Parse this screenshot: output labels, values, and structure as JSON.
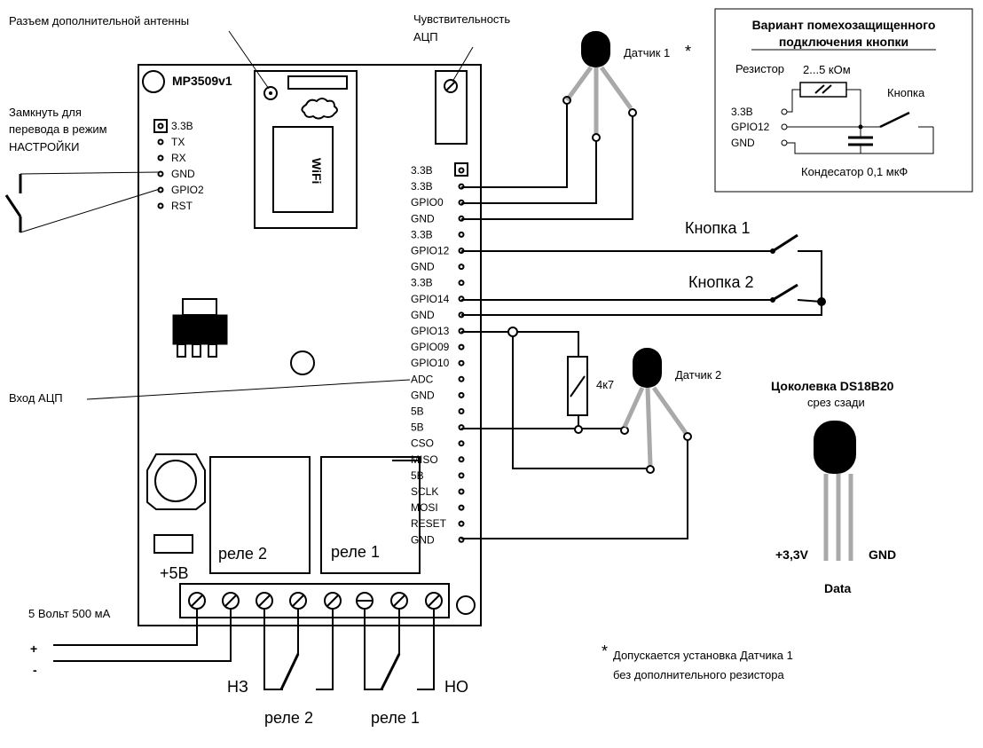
{
  "labels": {
    "ext_antenna": "Разъем дополнительной антенны",
    "adc_sens_1": "Чувствительность",
    "adc_sens_2": "АЦП",
    "board_name": "MP3509v1",
    "wifi": "WiFi",
    "setup_1": "Замкнуть для",
    "setup_2": "перевода в режим",
    "setup_3": "НАСТРОЙКИ",
    "adc_input": "Вход АЦП",
    "power_5v": "+5В",
    "supply": "5 Вольт 500 мА",
    "plus": "+",
    "minus": "-",
    "relay2_inner": "реле 2",
    "relay1_inner": "реле 1",
    "relay2_bottom": "реле 2",
    "relay1_bottom": "реле 1",
    "nc": "НЗ",
    "no": "НО",
    "sensor1": "Датчик 1",
    "sensor1_star": "*",
    "sensor2": "Датчик 2",
    "resistor_4k7": "4к7",
    "button1": "Кнопка 1",
    "button2": "Кнопка 2",
    "pinout_title": "Цоколевка DS18B20",
    "pinout_sub": "срез сзади",
    "pin_33v": "+3,3V",
    "pin_gnd": "GND",
    "pin_data": "Data",
    "note_star": "*",
    "note_1": "Допускается установка Датчика 1",
    "note_2": "без дополнительного резистора"
  },
  "left_header": [
    "3.3В",
    "TX",
    "RX",
    "GND",
    "GPIO2",
    "RST"
  ],
  "right_header": [
    "3.3В",
    "3.3В",
    "GPIO0",
    "GND",
    "3.3В",
    "GPIO12",
    "GND",
    "3.3В",
    "GPIO14",
    "GND",
    "GPIO13",
    "GPIO09",
    "GPIO10",
    "ADC",
    "GND",
    "5В",
    "5В",
    "CSO",
    "MISO",
    "5В",
    "SCLK",
    "MOSI",
    "RESET",
    "GND"
  ],
  "inset": {
    "title_1": "Вариант помехозащищенного",
    "title_2": "подключения кнопки",
    "resistor": "Резистор",
    "resistor_value": "2...5 кОм",
    "button": "Кнопка",
    "pin_33": "3.3В",
    "pin_gpio12": "GPIO12",
    "pin_gnd": "GND",
    "capacitor": "Кондесатор 0,1 мкФ"
  }
}
